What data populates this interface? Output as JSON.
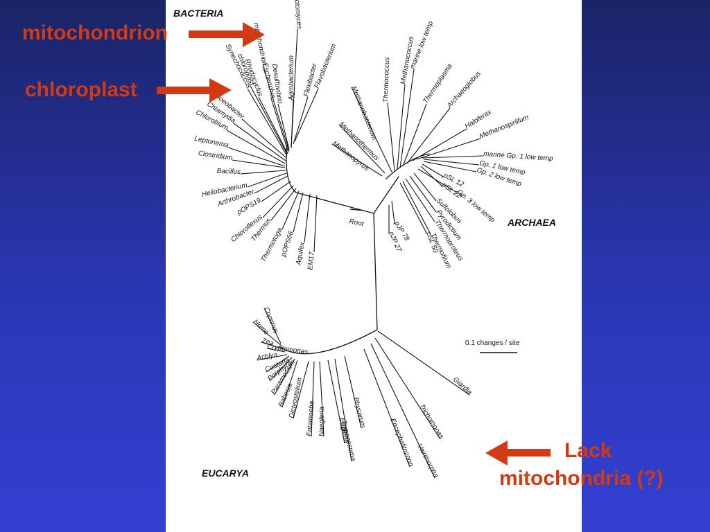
{
  "callouts": {
    "mitochondrion": "mitochondrion",
    "chloroplast": "chloroplast",
    "lack_line1": "Lack",
    "lack_line2": "mitochondria (?)",
    "color": "#d13a12"
  },
  "tree": {
    "domains": {
      "bacteria": "BACTERIA",
      "archaea": "ARCHAEA",
      "eucarya": "EUCARYA"
    },
    "root_label": "Root",
    "scale_label": "0.1 changes / site",
    "bacteria_taxa": [
      "Synechococcus",
      "chloroplast",
      "mitochondrion",
      "Planctomyces",
      "Rhodocyclus",
      "Escherichia",
      "Desulfovibrio",
      "Agrobacterium",
      "Flexibacter",
      "Flavobacterium",
      "Gloeobacter",
      "Chlamydia",
      "Chlorobium",
      "Leptonema",
      "Clostridium",
      "Bacillus",
      "Heliobacterium",
      "Arthrobacter",
      "pOPS19",
      "Chloroflexus",
      "Thermus",
      "Thermotoga",
      "pOPS66",
      "Aquifex",
      "EM17"
    ],
    "archaea_taxa": [
      "Methanobacterium",
      "Thermococcus",
      "Methanococcus",
      "marine low temp",
      "Thermoplasma",
      "Archaeoglobus",
      "Haloferax",
      "Methanospirillum",
      "marine Gp. 1 low temp",
      "Gp. 1 low temp",
      "Gp. 2 low temp",
      "pSL 12",
      "pSL 22",
      "Gp. 3 low temp",
      "Sulfolobus",
      "Pyrodictium",
      "Thermoproteus",
      "Thermofilum",
      "pSL 50",
      "pJP 78",
      "pJP 27",
      "Methanothermus",
      "Methanopyrus"
    ],
    "eucarya_taxa": [
      "Coprinus",
      "Homo",
      "Zea",
      "Cryptomonas",
      "Achlya",
      "Costaria",
      "Porphyra",
      "Paramecium",
      "Babesia",
      "Dictyostelium",
      "Entamoeba",
      "Naegleria",
      "Euglena",
      "Trypanosoma",
      "Physarum",
      "Encephalitozoon",
      "Vairimorpha",
      "Trichomonas",
      "Giardia"
    ]
  }
}
